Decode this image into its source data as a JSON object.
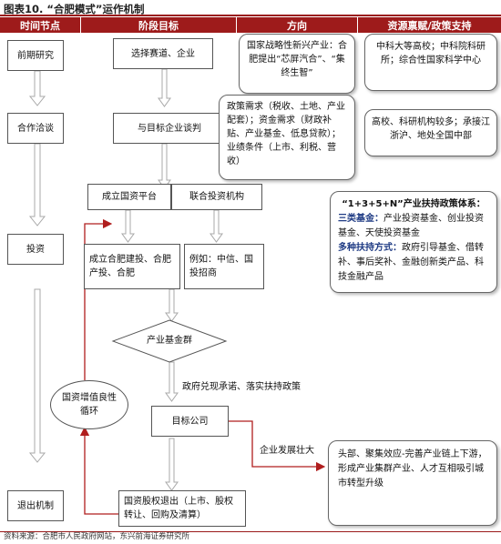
{
  "figure": {
    "title": "图表10.  “合肥模式”运作机制",
    "source": "资料来源：合肥市人民政府网站，东兴前海证券研究所"
  },
  "headers": {
    "time": "时间节点",
    "stage": "阶段目标",
    "direction": "方向",
    "resources": "资源禀赋/政策支持"
  },
  "time_nodes": [
    "前期研究",
    "合作洽谈",
    "投资",
    "退出机制"
  ],
  "stages": {
    "select": "选择赛道、企业",
    "negotiate": "与目标企业谈判",
    "platform": "成立国资平台",
    "joint": "联合投资机构",
    "build": "成立合肥建投、合肥产投、合肥",
    "example": "例如：中信、国投招商",
    "fund": "产业基金群",
    "promise": "政府兑现承诺、落实扶持政策",
    "target": "目标公司",
    "grow": "企业发展壮大",
    "exit": "国资股权退出（上市、股权转让、回购及清算）",
    "cycle": "国资增值良性循环"
  },
  "direction": {
    "strategy": "国家战略性新兴产业：合肥提出“芯屏汽合”、“集终生智”",
    "demand": "政策需求（税收、土地、产业配套）；资金需求（财政补贴、产业基金、低息贷款）；业绩条件（上市、利税、营收）"
  },
  "resources": {
    "research": "中科大等高校；中科院科研所；综合性国家科学中心",
    "talent": "高校、科研机构较多；承接江浙沪、地处全国中部"
  },
  "policy_system": {
    "title": "“1+3+5+N”产业扶持政策体系：",
    "fund_label": "三类基金：",
    "fund_text": "产业投资基金、创业投资基金、天使投资基金",
    "method_label": "多种扶持方式：",
    "method_text": "政府引导基金、借转补、事后奖补、金融创新类产品、科技金融产品"
  },
  "chain": {
    "text": "头部、聚集效应-完善产业链上下游，形成产业集群产业、人才互相吸引城市转型升级"
  },
  "colors": {
    "header_bg": "#9e1b1b",
    "accent_red": "#b01e1e",
    "arrow_gray": "#c8c8c8",
    "policy_blue": "#1f3b84"
  }
}
